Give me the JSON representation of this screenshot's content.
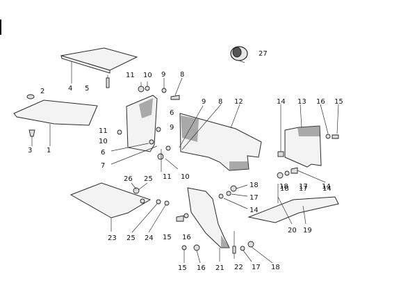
{
  "callouts": [
    "1",
    "2",
    "3",
    "4",
    "5",
    "6",
    "7",
    "8",
    "9",
    "10",
    "11",
    "12",
    "13",
    "14",
    "15",
    "16",
    "17",
    "18",
    "19",
    "20",
    "21",
    "22",
    "23",
    "24",
    "25",
    "26",
    "27"
  ],
  "labels": [
    "4",
    "5",
    "11",
    "10",
    "9",
    "8",
    "27",
    "2",
    "3",
    "1",
    "11",
    "10",
    "6",
    "7",
    "9",
    "8",
    "9",
    "6",
    "11",
    "10",
    "12",
    "14",
    "13",
    "16",
    "15",
    "18",
    "17",
    "14",
    "26",
    "25",
    "23",
    "25",
    "24",
    "18",
    "17",
    "14",
    "15",
    "16",
    "15",
    "16",
    "21",
    "22",
    "17",
    "18",
    "18",
    "17",
    "14",
    "20",
    "19"
  ]
}
